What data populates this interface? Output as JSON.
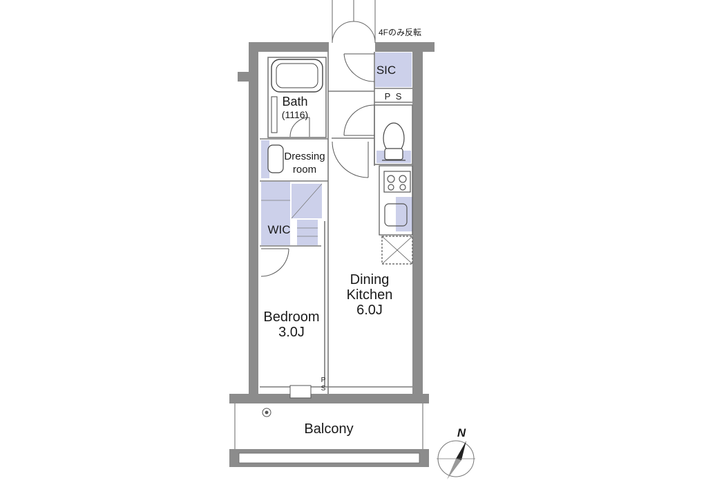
{
  "rooms": {
    "sic": "SIC",
    "ps_top": "P S",
    "bath": "Bath",
    "bath_size": "(1116)",
    "dressing_1": "Dressing",
    "dressing_2": "room",
    "wic": "WIC",
    "dining_1": "Dining",
    "dining_2": "Kitchen",
    "dining_size": "6.0J",
    "bedroom": "Bedroom",
    "bedroom_size": "3.0J",
    "ps_bottom_1": "P",
    "ps_bottom_2": "S",
    "balcony": "Balcony"
  },
  "note": "4Fのみ反転",
  "compass": {
    "north": "N"
  },
  "colors": {
    "wall": "#8c8c8c",
    "fixture": "#ccd0ea",
    "line": "#333333"
  }
}
